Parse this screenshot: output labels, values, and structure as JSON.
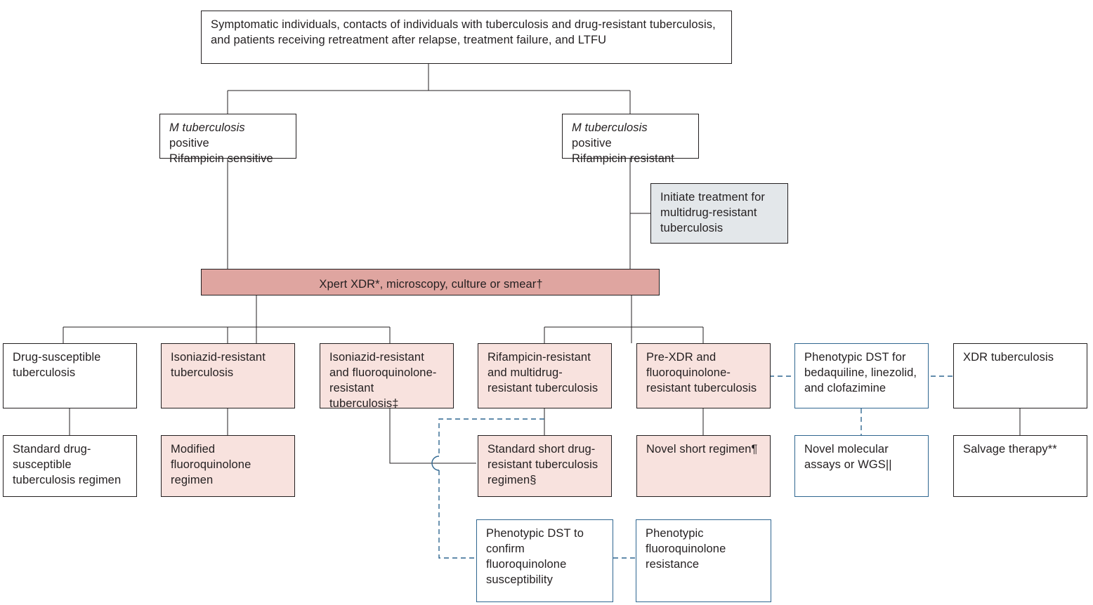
{
  "figure": {
    "type": "flowchart",
    "title": "Tuberculosis diagnostic and treatment algorithm",
    "colors": {
      "pink_fill": "#f8e2de",
      "salmon_fill": "#dfa5a0",
      "grey_fill": "#e3e7ea",
      "blue_border": "#2f6690",
      "dark_border": "#231f20",
      "text": "#231f20"
    }
  },
  "nodes": {
    "entry": {
      "line1": "Symptomatic individuals, contacts of individuals with tuberculosis and drug-resistant tuberculosis,",
      "line2": "and patients receiving retreatment after relapse, treatment failure, and LTFU"
    },
    "rif_sensitive": {
      "organism": "M tuberculosis",
      "status": " positive",
      "line2": "Rifampicin sensitive"
    },
    "rif_resistant": {
      "organism": "M tuberculosis",
      "status": " positive",
      "line2": "Rifampicin resistant"
    },
    "initiate_mdr": "Initiate treatment for multidrug-resistant tuberculosis",
    "xpert_banner": "Xpert XDR*, microscopy, culture or smear†",
    "drug_susceptible": "Drug-susceptible tuberculosis",
    "standard_ds_regimen": "Standard drug-susceptible tuberculosis regimen",
    "isoniazid_resistant": "Isoniazid-resistant tuberculosis",
    "modified_fq_regimen": "Modified fluoroquinolone regimen",
    "inh_fq_resistant": "Isoniazid-resistant and fluoroquinolone-resistant tuberculosis‡",
    "rif_mdr": "Rifampicin-resistant and multidrug-resistant tuberculosis",
    "standard_short_regimen": "Standard short drug-resistant tuberculosis regimen§",
    "pre_xdr": "Pre-XDR and fluoroquinolone-resistant tuberculosis",
    "novel_short_regimen": "Novel short regimen¶",
    "phenotypic_dst_bdq": "Phenotypic DST for bedaquiline,  linezolid, and clofazimine",
    "novel_molecular": "Novel molecular assays or WGS||",
    "xdr_tb": "XDR tuberculosis",
    "salvage_therapy": "Salvage therapy**",
    "phenotypic_dst_confirm": "Phenotypic DST to confirm fluoroquinolone susceptibility",
    "phenotypic_fq_resistance": "Phenotypic fluoroquinolone resistance"
  }
}
